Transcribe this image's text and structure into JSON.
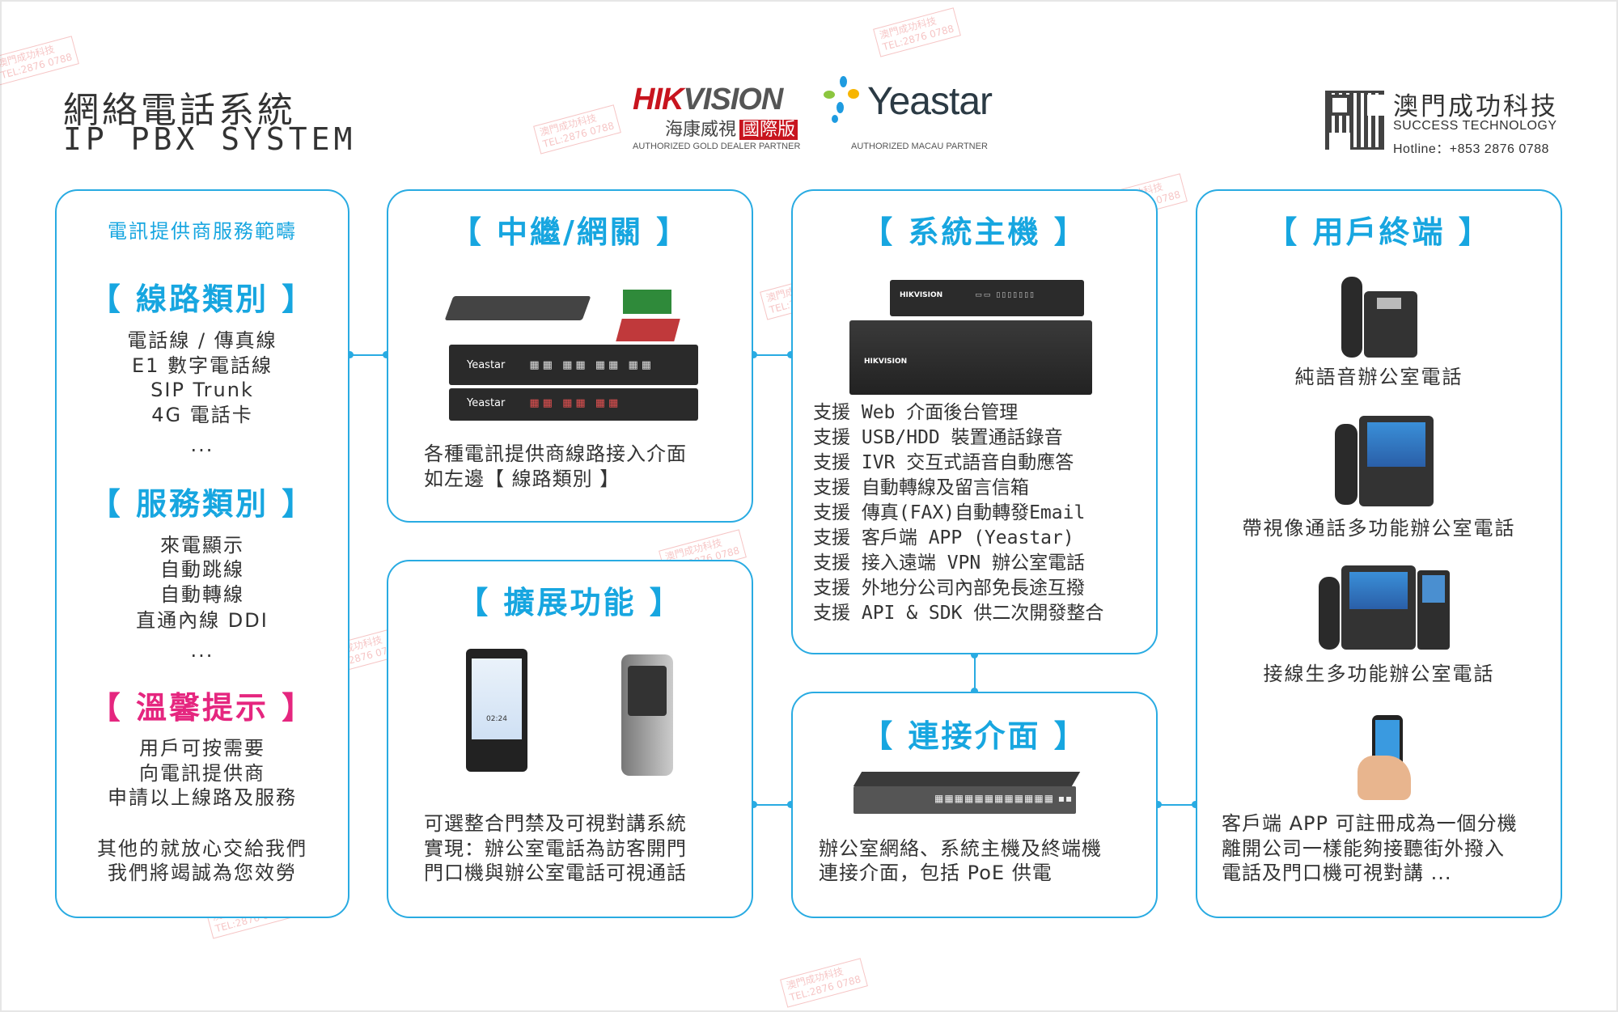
{
  "header": {
    "title_zh": "網絡電話系統",
    "title_en": "IP PBX SYSTEM"
  },
  "partners": {
    "hikvision": {
      "logo_red": "HIK",
      "logo_gray": "VISION",
      "zh": "海康威視",
      "badge": "國際版",
      "caption": "AUTHORIZED GOLD DEALER PARTNER"
    },
    "yeastar": {
      "logo": "Yeastar",
      "caption": "AUTHORIZED MACAU PARTNER"
    }
  },
  "company": {
    "name_zh": "澳門成功科技",
    "name_en": "SUCCESS TECHNOLOGY",
    "hotline": "Hotline：+853 2876 0788"
  },
  "watermark": {
    "line1": "澳門成功科技",
    "line2": "TEL:2876 0788"
  },
  "colors": {
    "accent": "#29abe2",
    "title_blue": "#17a6e0",
    "pink": "#e5267f"
  },
  "provider": {
    "subtitle": "電訊提供商服務範疇",
    "lines_title": "【 線路類別 】",
    "lines": [
      "電話線 / 傳真線",
      "E1 數字電話線",
      "SIP Trunk",
      "4G 電話卡",
      "..."
    ],
    "services_title": "【 服務類別 】",
    "services": [
      "來電顯示",
      "自動跳線",
      "自動轉線",
      "直通內線 DDI",
      "..."
    ],
    "tips_title": "【 溫馨提示 】",
    "tips": [
      "用戶可按需要",
      "向電訊提供商",
      "申請以上線路及服務"
    ],
    "closing": [
      "其他的就放心交給我們",
      "我們將竭誠為您效勞"
    ]
  },
  "trunk": {
    "title": "【 中繼/網關 】",
    "device_brand": "Yeastar",
    "desc": [
      "各種電訊提供商線路接入介面",
      "如左邊【 線路類別 】"
    ]
  },
  "extension": {
    "title": "【 擴展功能 】",
    "device_time": "02:24",
    "desc": [
      "可選整合門禁及可視對講系統",
      "實現：辦公室電話為訪客開門",
      "門口機與辦公室電話可視通話"
    ]
  },
  "host": {
    "title": "【 系統主機 】",
    "device_brand": "HIKVISION",
    "features": [
      "支援 Web 介面後台管理",
      "支援 USB/HDD 裝置通話錄音",
      "支援 IVR 交互式語音自動應答",
      "支援 自動轉線及留言信箱",
      "支援 傳真(FAX)自動轉發Email",
      "支援 客戶端 APP (Yeastar)",
      "支援 接入遠端 VPN 辦公室電話",
      "支援 外地分公司內部免長途互撥",
      "支援 API & SDK 供二次開發整合"
    ]
  },
  "interface": {
    "title": "【 連接介面 】",
    "desc": [
      "辦公室網絡、系統主機及終端機",
      "連接介面，包括 PoE 供電"
    ]
  },
  "terminal": {
    "title": "【 用戶終端 】",
    "items": [
      "純語音辦公室電話",
      "帶視像通話多功能辦公室電話",
      "接線生多功能辦公室電話"
    ],
    "desc": [
      "客戶端 APP 可註冊成為一個分機",
      "離開公司一樣能夠接聽街外撥入",
      "電話及門口機可視對講 ..."
    ]
  }
}
